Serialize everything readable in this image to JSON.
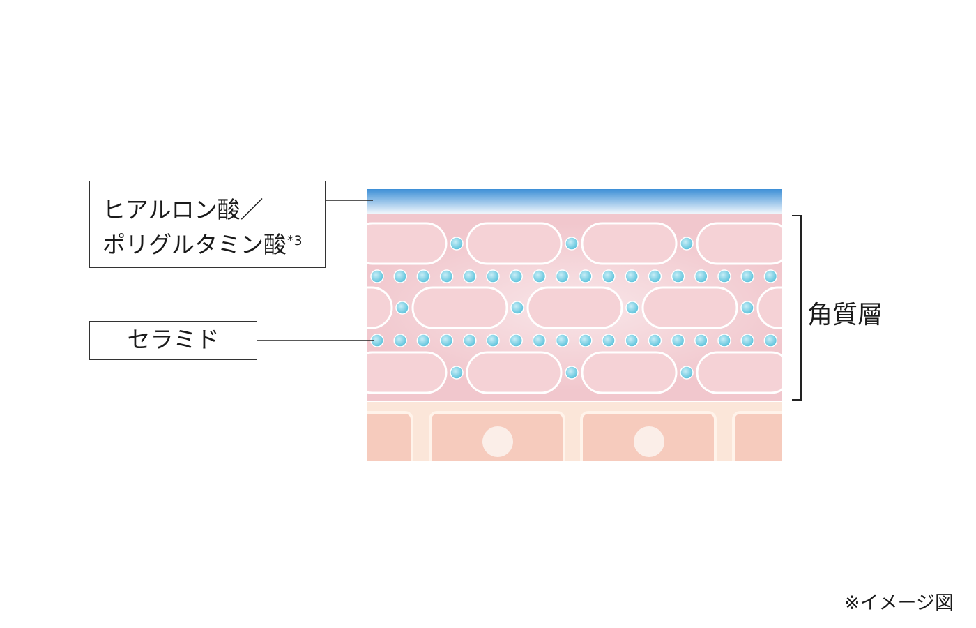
{
  "labels": {
    "hyaluronic_line1": "ヒアルロン酸／",
    "hyaluronic_line2": "ポリグルタミン酸",
    "hyaluronic_sup": "*3",
    "ceramide": "セラミド",
    "stratum_corneum": "角質層",
    "note": "※イメージ図"
  },
  "colors": {
    "moisture_layer_top": "#3c8fd6",
    "moisture_layer_bottom": "#ffffff",
    "corneum_cell_fill": "#f5d2d6",
    "corneum_background": "#f1c7cd",
    "cell_border": "#ffffff",
    "ceramide_dot": "#5ec3dc",
    "lower_cell_fill": "#f6cbbd",
    "lower_background": "#fbe6d9",
    "nucleus": "#fbeee8",
    "leader_line": "#222222"
  }
}
